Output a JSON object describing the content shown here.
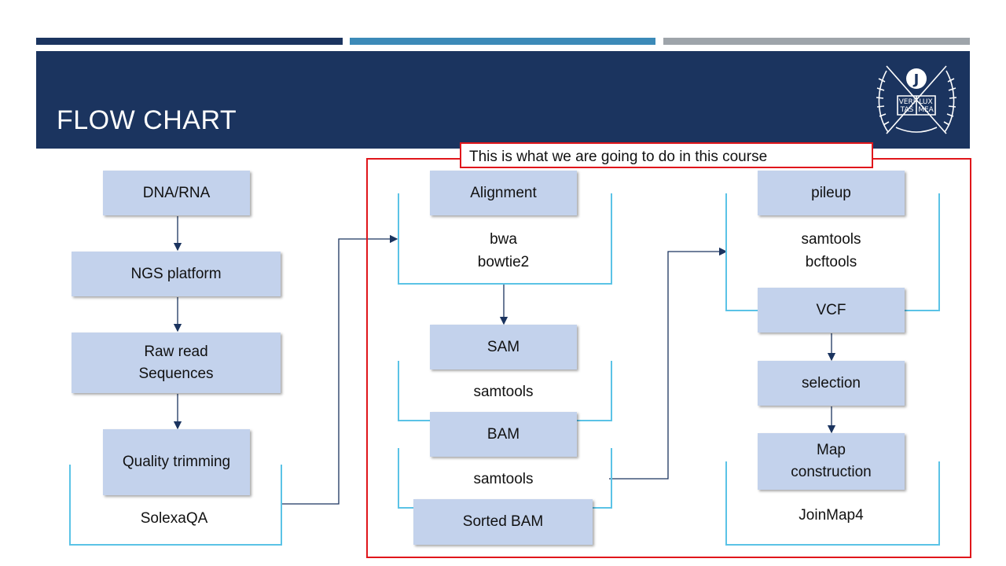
{
  "slide": {
    "title": "FLOW CHART",
    "colors": {
      "header": "#1b345f",
      "bar_dark": "#1b345f",
      "bar_blue": "#3c8ab8",
      "bar_gray": "#9ea4aa",
      "node": "#c3d2ec",
      "frame": "#5bc3e6",
      "highlight": "#e0161b"
    },
    "seal_text": [
      "VERI",
      "LUX",
      "TAS",
      "MEA"
    ]
  },
  "highlight": {
    "note": "This is what we are going to do in this course"
  },
  "flow": {
    "dna_rna": "DNA/RNA",
    "ngs_platform": "NGS platform",
    "raw_read": "Raw read\nSequences",
    "quality_trimming": "Quality trimming",
    "solexaqa": "SolexaQA",
    "alignment": "Alignment",
    "alignment_tools": "bwa\nbowtie2",
    "sam": "SAM",
    "sam_tools": "samtools",
    "bam": "BAM",
    "bam_tools": "samtools",
    "sorted_bam": "Sorted BAM",
    "pileup": "pileup",
    "pileup_tools": "samtools\nbcftools",
    "vcf": "VCF",
    "selection": "selection",
    "map_construction": "Map\nconstruction",
    "joinmap": "JoinMap4"
  }
}
